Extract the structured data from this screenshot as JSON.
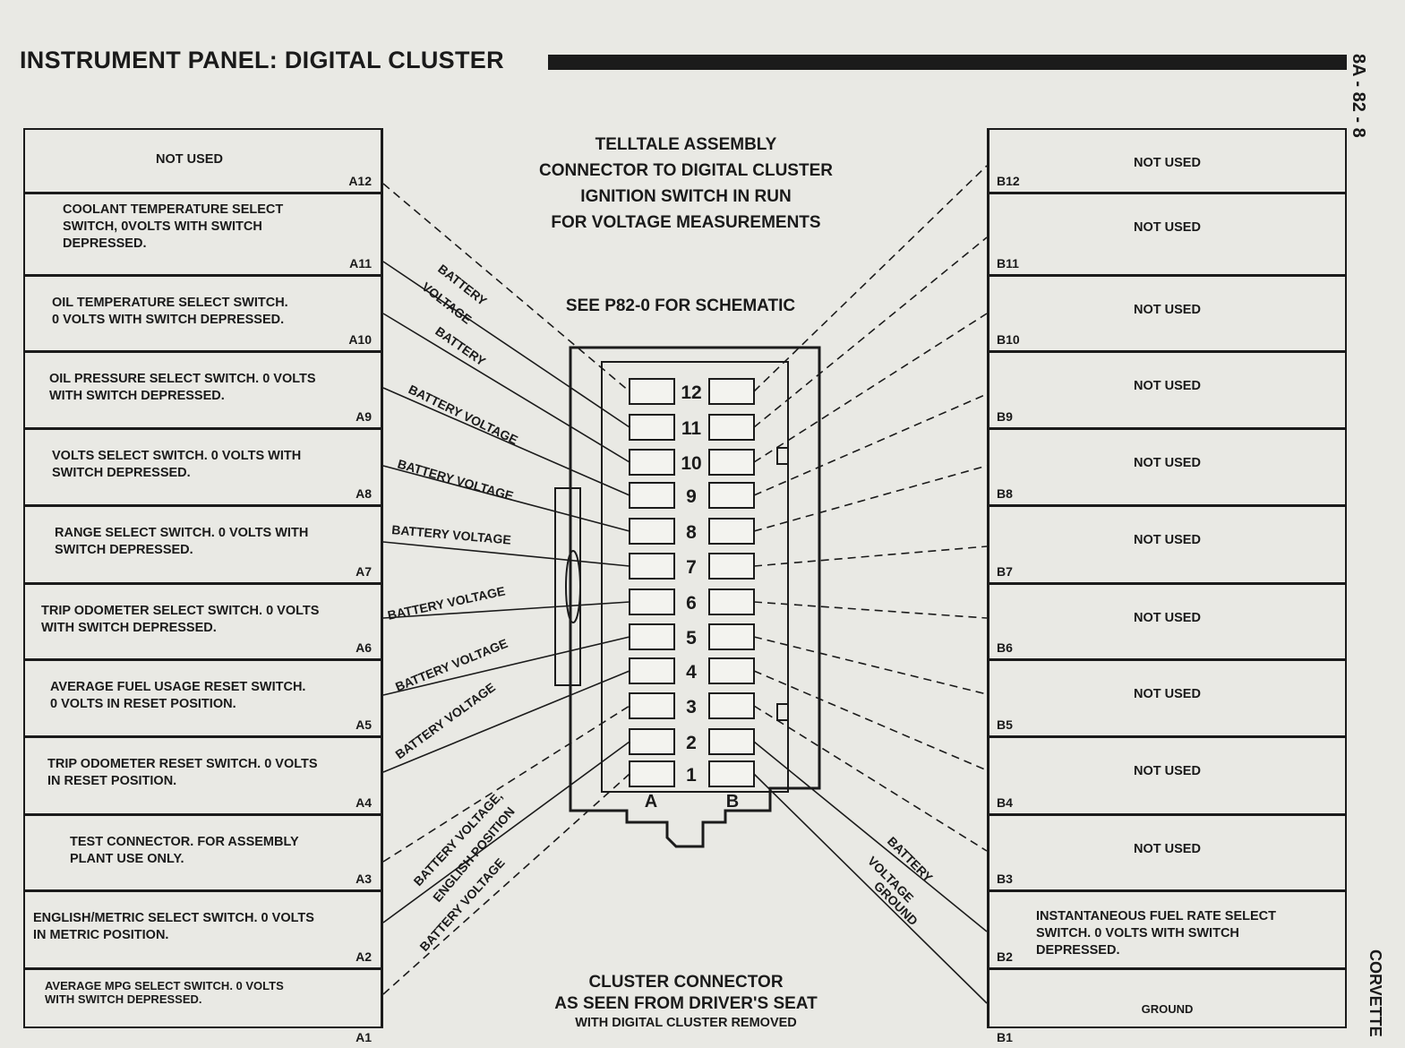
{
  "page_title": "INSTRUMENT PANEL: DIGITAL CLUSTER",
  "side_header": "8A - 82 - 8",
  "side_footer": "CORVETTE",
  "top_caption": [
    "TELLTALE ASSEMBLY",
    "CONNECTOR TO DIGITAL CLUSTER",
    "IGNITION SWITCH IN RUN",
    "FOR VOLTAGE MEASUREMENTS"
  ],
  "schematic_ref": "SEE P82-0 FOR SCHEMATIC",
  "bottom_caption": [
    "CLUSTER CONNECTOR",
    "AS SEEN FROM DRIVER'S SEAT",
    "WITH DIGITAL CLUSTER REMOVED"
  ],
  "connector": {
    "pin_numbers": [
      "12",
      "11",
      "10",
      "9",
      "8",
      "7",
      "6",
      "5",
      "4",
      "3",
      "2",
      "1"
    ],
    "row_a": "A",
    "row_b": "B"
  },
  "left_pins": [
    {
      "id": "A12",
      "desc": "NOT USED"
    },
    {
      "id": "A11",
      "desc": "COOLANT TEMPERATURE SELECT\nSWITCH, 0VOLTS WITH SWITCH\nDEPRESSED."
    },
    {
      "id": "A10",
      "desc": "OIL TEMPERATURE SELECT SWITCH.\n0 VOLTS WITH SWITCH DEPRESSED."
    },
    {
      "id": "A9",
      "desc": "OIL PRESSURE SELECT SWITCH. 0 VOLTS\nWITH SWITCH DEPRESSED."
    },
    {
      "id": "A8",
      "desc": "VOLTS SELECT SWITCH. 0 VOLTS WITH\nSWITCH DEPRESSED."
    },
    {
      "id": "A7",
      "desc": "RANGE SELECT SWITCH. 0 VOLTS WITH\nSWITCH DEPRESSED."
    },
    {
      "id": "A6",
      "desc": "TRIP ODOMETER SELECT SWITCH. 0 VOLTS\nWITH SWITCH DEPRESSED."
    },
    {
      "id": "A5",
      "desc": "AVERAGE FUEL USAGE RESET SWITCH.\n0 VOLTS IN RESET POSITION."
    },
    {
      "id": "A4",
      "desc": "TRIP ODOMETER RESET SWITCH. 0 VOLTS\nIN RESET POSITION."
    },
    {
      "id": "A3",
      "desc": "TEST CONNECTOR. FOR ASSEMBLY\nPLANT USE ONLY."
    },
    {
      "id": "A2",
      "desc": "ENGLISH/METRIC SELECT SWITCH. 0 VOLTS\nIN METRIC POSITION."
    },
    {
      "id": "A1",
      "desc": "AVERAGE MPG SELECT SWITCH. 0 VOLTS\nWITH SWITCH DEPRESSED."
    }
  ],
  "right_pins": [
    {
      "id": "B12",
      "desc": "NOT USED"
    },
    {
      "id": "B11",
      "desc": "NOT USED"
    },
    {
      "id": "B10",
      "desc": "NOT USED"
    },
    {
      "id": "B9",
      "desc": "NOT USED"
    },
    {
      "id": "B8",
      "desc": "NOT USED"
    },
    {
      "id": "B7",
      "desc": "NOT USED"
    },
    {
      "id": "B6",
      "desc": "NOT USED"
    },
    {
      "id": "B5",
      "desc": "NOT USED"
    },
    {
      "id": "B4",
      "desc": "NOT USED"
    },
    {
      "id": "B3",
      "desc": "NOT USED"
    },
    {
      "id": "B2",
      "desc": "INSTANTANEOUS FUEL RATE SELECT\nSWITCH. 0 VOLTS WITH SWITCH\nDEPRESSED."
    },
    {
      "id": "B1",
      "desc": "GROUND"
    }
  ],
  "wire_labels": {
    "battery_voltage_stacked_1": "BATTERY\nVOLTAGE",
    "battery_1": "BATTERY",
    "battery_voltage": "BATTERY VOLTAGE",
    "english_position": "ENGLISH POSITION",
    "battery_voltage_comma": "BATTERY VOLTAGE,",
    "ground": "GROUND"
  }
}
